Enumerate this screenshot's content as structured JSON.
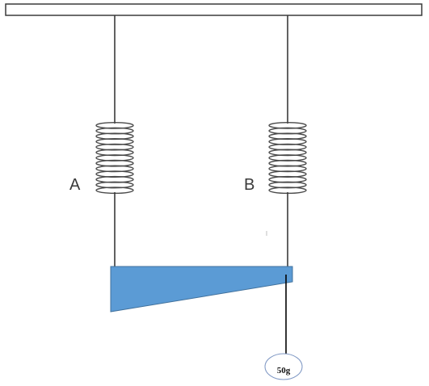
{
  "springs": {
    "a": {
      "label": "A"
    },
    "b": {
      "label": "B"
    }
  },
  "mass": {
    "label": "50g"
  },
  "colors": {
    "ceiling_stroke": "#3a3a3a",
    "wire": "#3a3a3a",
    "coil": "#4a4a4a",
    "block_fill": "#5b9bd5",
    "block_stroke": "#41719c",
    "hanger": "#000000",
    "mass_outline": "#7f98c4"
  }
}
